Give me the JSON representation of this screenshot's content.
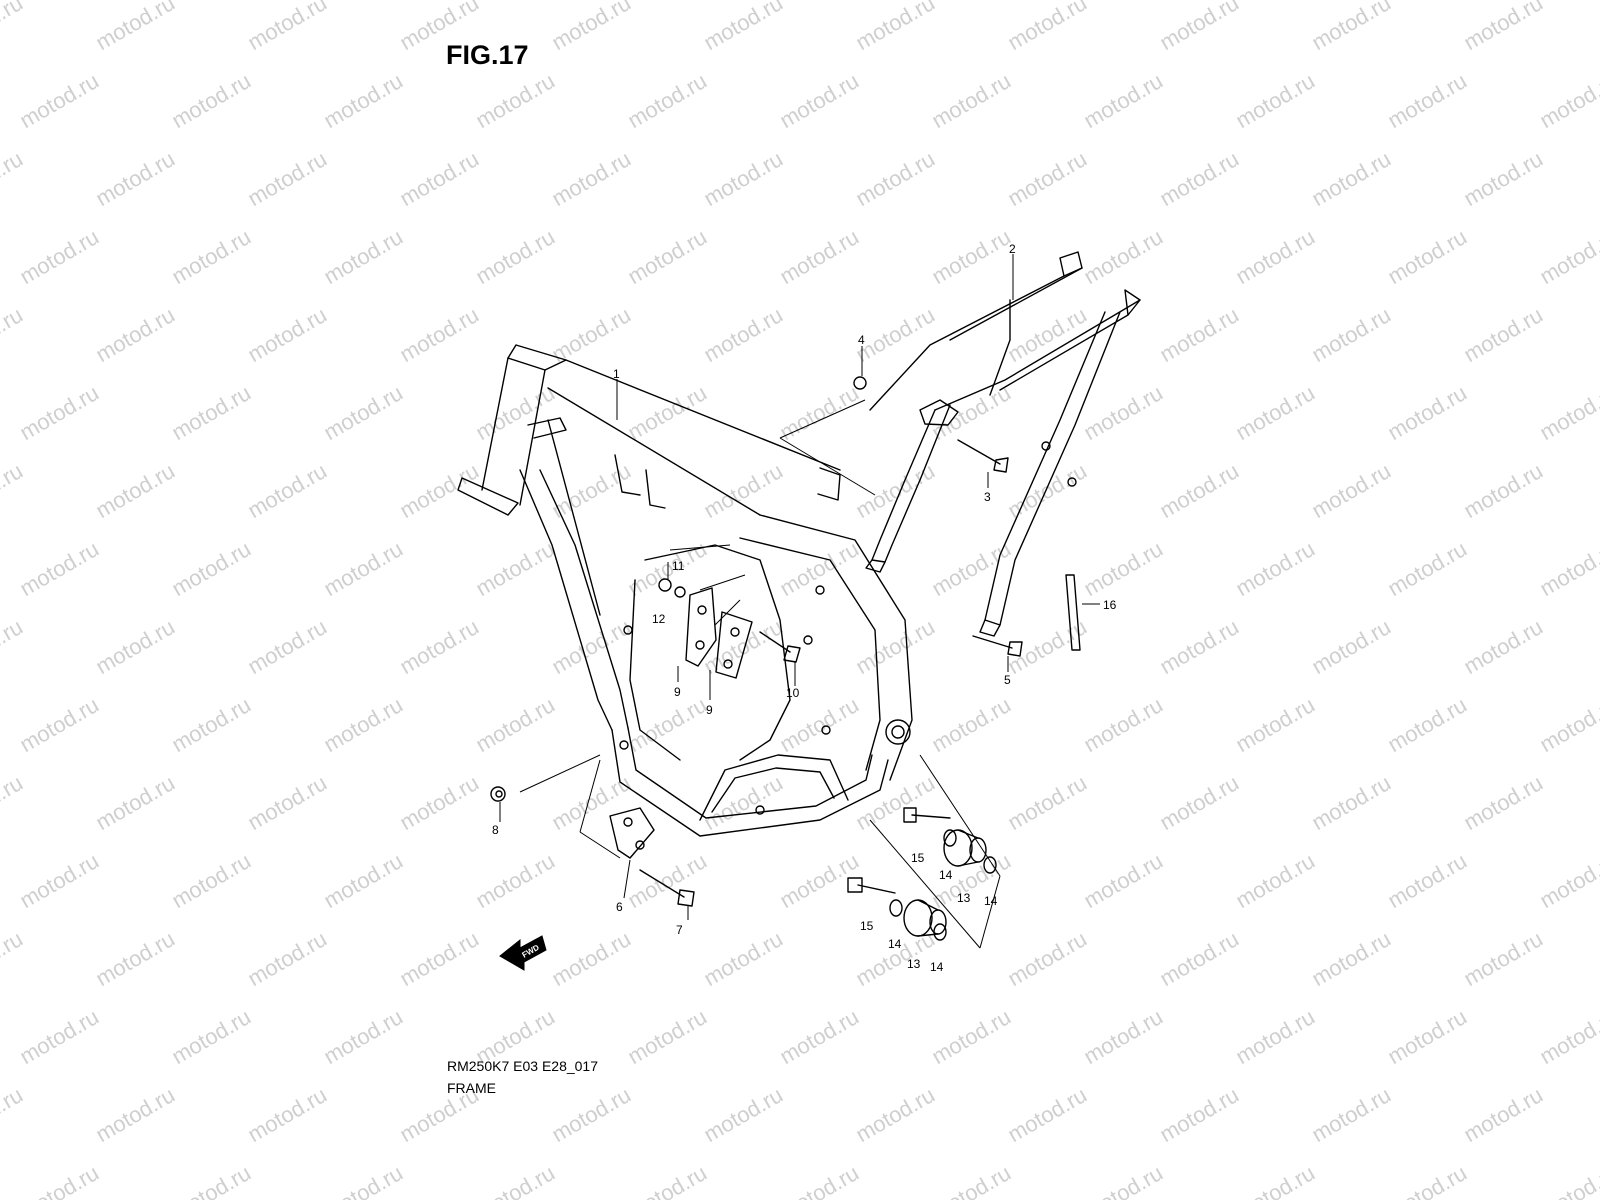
{
  "figure": {
    "title": "FIG.17"
  },
  "watermark": {
    "text": "motod.ru",
    "color": "#cfcfcf"
  },
  "caption": {
    "code": "RM250K7 E03 E28_017",
    "name": "FRAME"
  },
  "fwd_label": "FWD",
  "callouts": [
    "1",
    "2",
    "3",
    "4",
    "5",
    "6",
    "7",
    "8",
    "9",
    "9",
    "10",
    "11",
    "12",
    "13",
    "13",
    "14",
    "14",
    "14",
    "14",
    "15",
    "15",
    "16"
  ],
  "icons": [
    "fwd-arrow-icon"
  ]
}
